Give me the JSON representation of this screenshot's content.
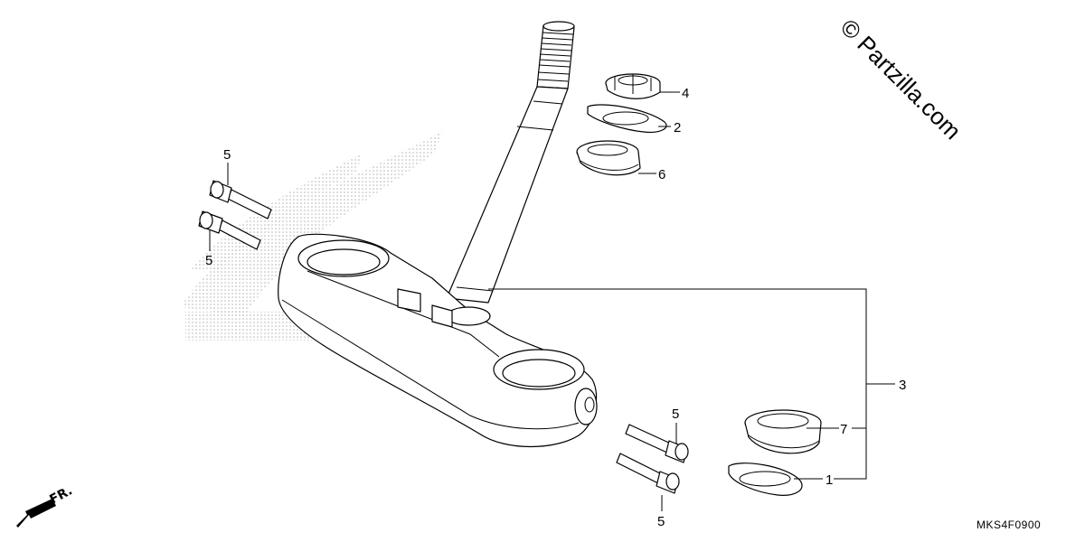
{
  "watermark": {
    "text": "© Partzilla.com"
  },
  "diagram_code": "MKS4F0900",
  "front_indicator": {
    "label": "FR."
  },
  "callouts": {
    "c1": "1",
    "c2": "2",
    "c3": "3",
    "c4": "4",
    "c5a": "5",
    "c5b": "5",
    "c5c": "5",
    "c5d": "5",
    "c6": "6",
    "c7": "7"
  },
  "colors": {
    "line": "#000000",
    "background": "#ffffff",
    "background_logo_dots": "#b5b5b5"
  }
}
